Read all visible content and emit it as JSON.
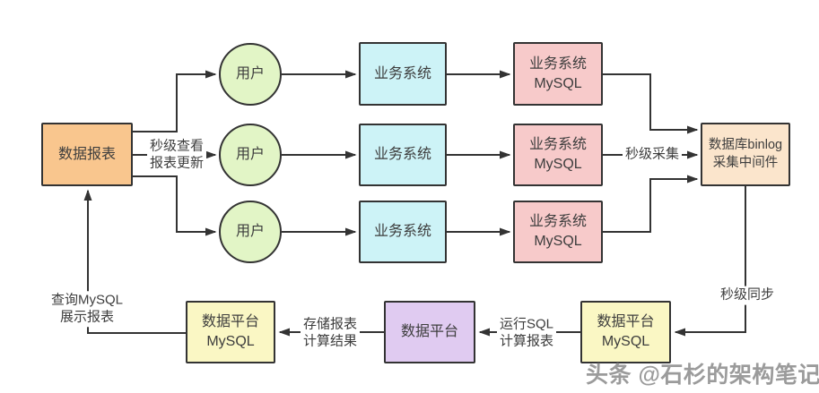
{
  "diagram": {
    "title_hint": "real-time-report-architecture",
    "nodes": {
      "data_report": {
        "label": "数据报表"
      },
      "users": [
        {
          "label": "用户"
        },
        {
          "label": "用户"
        },
        {
          "label": "用户"
        }
      ],
      "biz_systems": [
        {
          "label": "业务系统"
        },
        {
          "label": "业务系统"
        },
        {
          "label": "业务系统"
        }
      ],
      "biz_mysql": [
        {
          "label": "业务系统\nMySQL"
        },
        {
          "label": "业务系统\nMySQL"
        },
        {
          "label": "业务系统\nMySQL"
        }
      ],
      "binlog_middleware": {
        "label": "数据库binlog\n采集中间件"
      },
      "platform_mysql_right": {
        "label": "数据平台\nMySQL"
      },
      "data_platform": {
        "label": "数据平台"
      },
      "platform_mysql_left": {
        "label": "数据平台\nMySQL"
      }
    },
    "edge_labels": {
      "view_report": "秒级查看\n报表更新",
      "collect": "秒级采集",
      "sync": "秒级同步",
      "run_sql": "运行SQL\n计算报表",
      "store_result": "存储报表\n计算结果",
      "query_mysql": "查询MySQL\n展示报表"
    },
    "colors": {
      "report": "#f9c68e",
      "user": "#e2f5c6",
      "biz_system": "#cdf3f7",
      "biz_mysql": "#f7caca",
      "binlog": "#fbe5cc",
      "platform_mysql": "#faf7c4",
      "platform": "#e0cbf1",
      "line": "#333333",
      "text": "#3d3d3d",
      "watermark": "#9b9b9b"
    },
    "watermark": "头条 @石杉的架构笔记"
  }
}
